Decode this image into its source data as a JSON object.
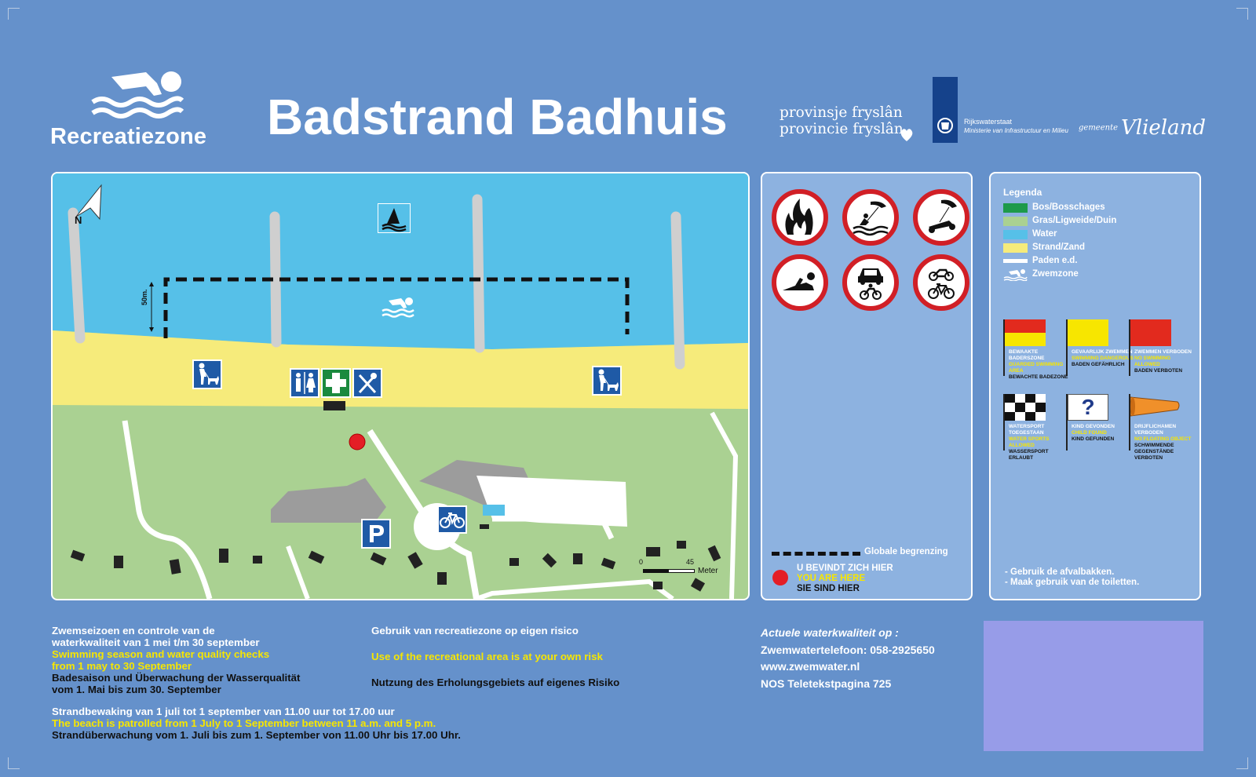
{
  "header": {
    "zone_label": "Recreatiezone",
    "title": "Badstrand Badhuis",
    "province_line1": "provinsje fryslân",
    "province_line2": "provincie fryslân",
    "rws_name": "Rijkswaterstaat",
    "rws_ministry": "Ministerie van Infrastructuur en Milieu",
    "gemeente_prefix": "gemeente",
    "gemeente_name": "Vlieland"
  },
  "map": {
    "north_label": "N",
    "distance_label": "50m.",
    "scale_start": "0",
    "scale_end": "45",
    "scale_unit": "Meter"
  },
  "legend": {
    "title": "Legenda",
    "items": [
      {
        "label": "Bos/Bosschages",
        "color": "#1d9a4a"
      },
      {
        "label": "Gras/Ligweide/Duin",
        "color": "#aad192"
      },
      {
        "label": "Water",
        "color": "#56c0e8"
      },
      {
        "label": "Strand/Zand",
        "color": "#f6eb7b"
      },
      {
        "label": "Paden e.d.",
        "color": "#ffffff"
      },
      {
        "label": "Zwemzone",
        "color": ""
      }
    ],
    "flags": [
      {
        "nl": "BEWAAKTE BADERSZONE",
        "en": "GUARDED SWIMMING AREA",
        "de": "BEWACHTE BADEZONE"
      },
      {
        "nl": "GEVAARLIJK ZWEMMEN",
        "en": "SWIMMING DANGEROUS",
        "de": "BADEN GEFÄHRLICH"
      },
      {
        "nl": "ZWEMMEN VERBODEN",
        "en": "NO SWIMMING ALLOWED",
        "de": "BADEN VERBOTEN"
      },
      {
        "nl": "WATERSPORT TOEGESTAAN",
        "en": "WATER SPORTS ALLOWED",
        "de": "WASSERSPORT ERLAUBT"
      },
      {
        "nl": "KIND GEVONDEN",
        "en": "CHILD FOUND",
        "de": "KIND GEFUNDEN"
      },
      {
        "nl": "DRIJFLICHAMEN VERBODEN",
        "en": "NO FLOATING OBJECT",
        "de": "SCHWIMMENDE GEGENSTÄNDE VERBOTEN"
      }
    ],
    "notes": [
      "- Gebruik de afvalbakken.",
      "- Maak gebruik van de toiletten."
    ]
  },
  "signs_panel": {
    "boundary_label": "Globale begrenzing",
    "here_nl": "U BEVINDT ZICH HIER",
    "here_en": "YOU ARE HERE",
    "here_de": "SIE SIND HIER"
  },
  "footer": {
    "season_nl_1": "Zwemseizoen en controle van de",
    "season_nl_2": "waterkwaliteit van 1 mei t/m 30 september",
    "season_en_1": "Swimming season and water quality checks",
    "season_en_2": "from 1 may to 30 September",
    "season_de_1": "Badesaison und Überwachung der Wasserqualität",
    "season_de_2": "vom 1. Mai bis zum 30. September",
    "patrol_nl": "Strandbewaking van 1 juli  tot 1 september van 11.00 uur tot 17.00 uur",
    "patrol_en": "The beach is patrolled from 1 July to 1 September between 11 a.m. and 5 p.m.",
    "patrol_de": "Strandüberwachung vom 1. Juli bis zum 1. September von 11.00 Uhr bis 17.00 Uhr.",
    "risk_nl": "Gebruik van recreatiezone op eigen risico",
    "risk_en": "Use of the recreational area is at your own risk",
    "risk_de": "Nutzung des Erholungsgebiets auf eigenes Risiko",
    "quality_title": "Actuele waterkwaliteit op :",
    "quality_phone": "Zwemwatertelefoon: 058-2925650",
    "quality_web": "www.zwemwater.nl",
    "quality_teletext": "NOS Teletekstpagina 725"
  },
  "colors": {
    "background": "#6591cb",
    "panel": "#8db2e0",
    "water": "#56c0e8",
    "sand": "#f6eb7b",
    "grass": "#aad192",
    "sign_red": "#d11f26",
    "sign_blue": "#1f5aa6",
    "highlight_yellow": "#f7e600",
    "placeholder_purple": "#979ce8"
  }
}
